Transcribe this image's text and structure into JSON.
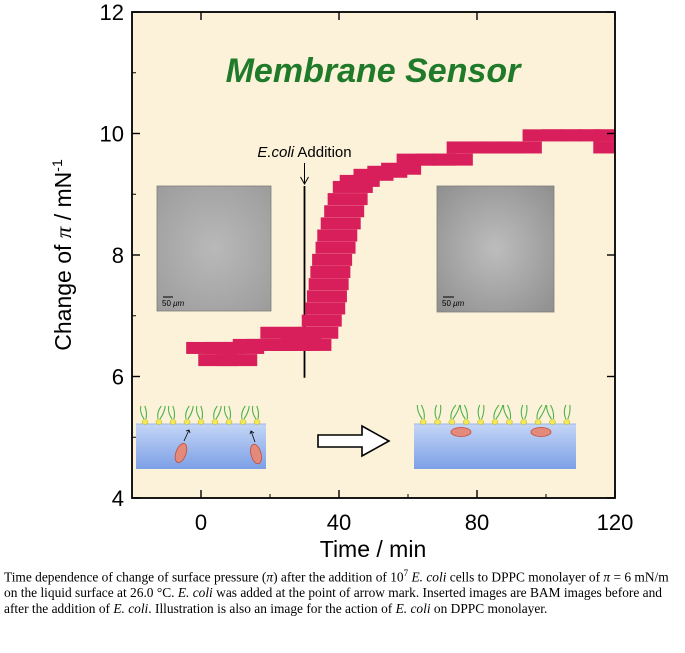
{
  "chart_data": {
    "type": "scatter",
    "title": "Membrane Sensor",
    "xlabel": "Time / min",
    "ylabel_parts": {
      "prefix": "Change of ",
      "symbol": "π",
      "suffix": " / mN",
      "superscript": "-1"
    },
    "xlim": [
      -20,
      120
    ],
    "ylim": [
      4,
      12
    ],
    "x_ticks": [
      0,
      40,
      80,
      120
    ],
    "y_ticks": [
      4,
      6,
      8,
      10,
      12
    ],
    "y_tick_labels": [
      "4",
      "6",
      "8",
      "10",
      "12"
    ],
    "x_tick_labels": [
      "0",
      "40",
      "80",
      "120"
    ],
    "grid": false,
    "background": "#fcf2d9",
    "marker_color": "#d81e5b",
    "series": [
      {
        "points": [
          [
            1.5,
            6.47
          ],
          [
            7.0,
            6.47
          ],
          [
            12.5,
            6.47
          ],
          [
            5.0,
            6.27
          ],
          [
            10.5,
            6.27
          ],
          [
            15.0,
            6.52
          ],
          [
            19.0,
            6.52
          ],
          [
            22.5,
            6.52
          ],
          [
            25.5,
            6.52
          ],
          [
            28.5,
            6.52
          ],
          [
            23.0,
            6.72
          ],
          [
            29.0,
            6.68
          ],
          [
            32.0,
            6.52
          ],
          [
            34.0,
            6.72
          ],
          [
            35.0,
            6.92
          ],
          [
            36.0,
            7.12
          ],
          [
            36.5,
            7.32
          ],
          [
            37.0,
            7.52
          ],
          [
            37.5,
            7.72
          ],
          [
            38.0,
            7.92
          ],
          [
            39.0,
            8.12
          ],
          [
            39.5,
            8.32
          ],
          [
            40.5,
            8.52
          ],
          [
            41.5,
            8.72
          ],
          [
            42.5,
            8.92
          ],
          [
            44.0,
            9.12
          ],
          [
            46.0,
            9.22
          ],
          [
            50.0,
            9.32
          ],
          [
            54.0,
            9.37
          ],
          [
            58.0,
            9.42
          ],
          [
            62.5,
            9.57
          ],
          [
            68.0,
            9.57
          ],
          [
            73.0,
            9.57
          ],
          [
            77.0,
            9.77
          ],
          [
            83.0,
            9.77
          ],
          [
            88.0,
            9.77
          ],
          [
            93.0,
            9.77
          ],
          [
            99.0,
            9.97
          ],
          [
            104.5,
            9.97
          ],
          [
            110.0,
            9.97
          ],
          [
            115.0,
            9.97
          ],
          [
            119.5,
            9.97
          ],
          [
            119.5,
            9.77
          ]
        ]
      }
    ],
    "annotation": {
      "x": 30,
      "italic": "E.coli",
      "text": " Addition"
    },
    "inset_labels": [
      "50 ",
      "μm"
    ]
  },
  "caption": {
    "t1": "Time dependence of change of surface pressure (",
    "t1_pi": "π",
    "t2": ") after the addition of 10",
    "t2_sup": "7",
    "t3_ecoli": " E. coli",
    "t4": " cells to DPPC monolayer of ",
    "t4_pi": "π",
    "t5": " = 6 mN/m on the liquid surface at 26.0 °C. ",
    "t6_ecoli": "E. coli",
    "t7": " was added at the point of arrow mark. Inserted images are BAM images before and after the addition of ",
    "t8_ecoli": "E. coli",
    "t9": ". Illustration is also an image for the action of ",
    "t10_ecoli": "E. coli",
    "t11": " on DPPC monolayer."
  }
}
